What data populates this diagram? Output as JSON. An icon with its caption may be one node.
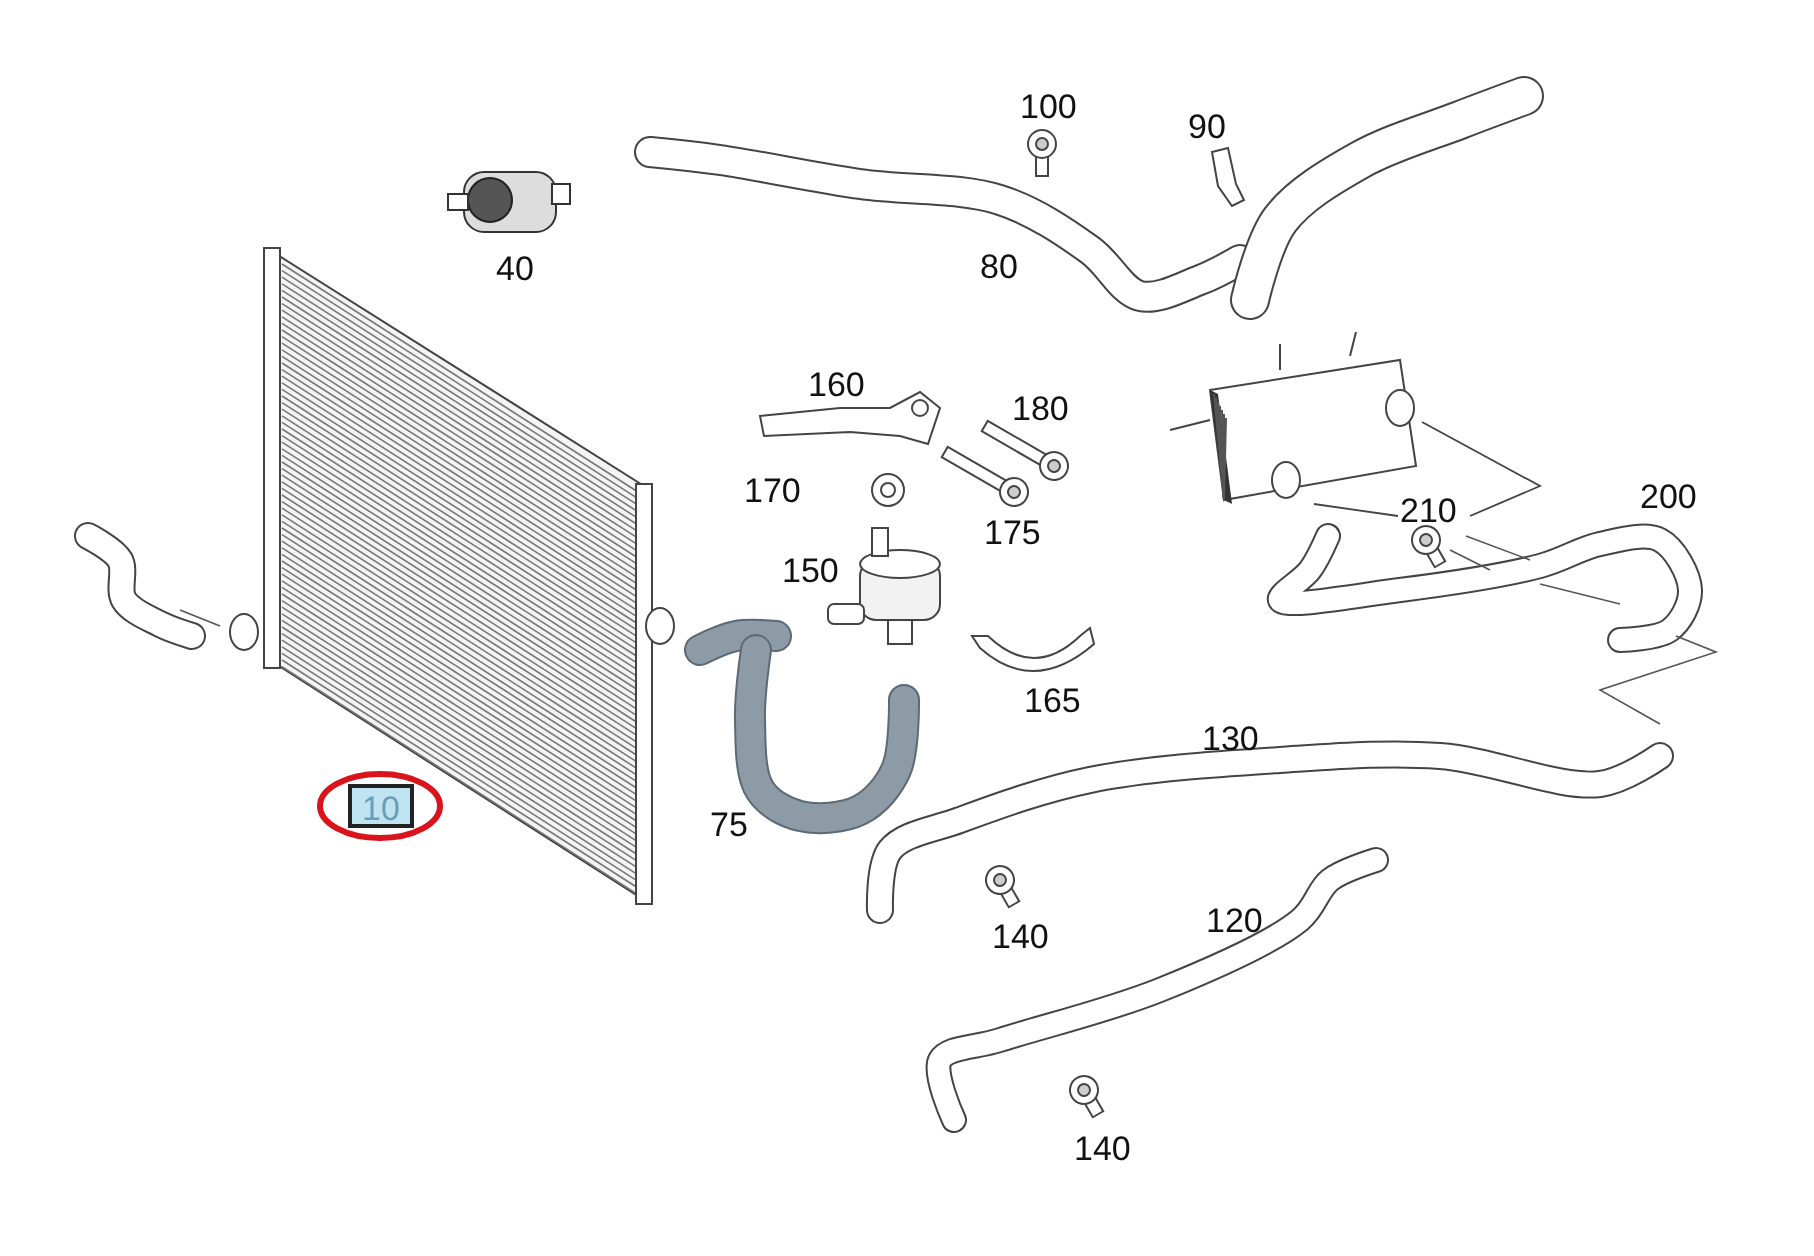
{
  "diagram": {
    "nodes": [
      {
        "text": [
          "10"
        ]
      },
      {
        "text": [
          "210"
        ]
      }
    ],
    "edges": [
      {
        "from": 1,
        "to": null,
        "arrow": "none"
      },
      {
        "from": 1,
        "to": null,
        "arrow": "none"
      }
    ],
    "labels": [
      "100",
      "90",
      "40",
      "80",
      "160",
      "180",
      "170",
      "175",
      "150",
      "200",
      "165",
      "130",
      "75",
      "140",
      "120",
      "140"
    ]
  }
}
